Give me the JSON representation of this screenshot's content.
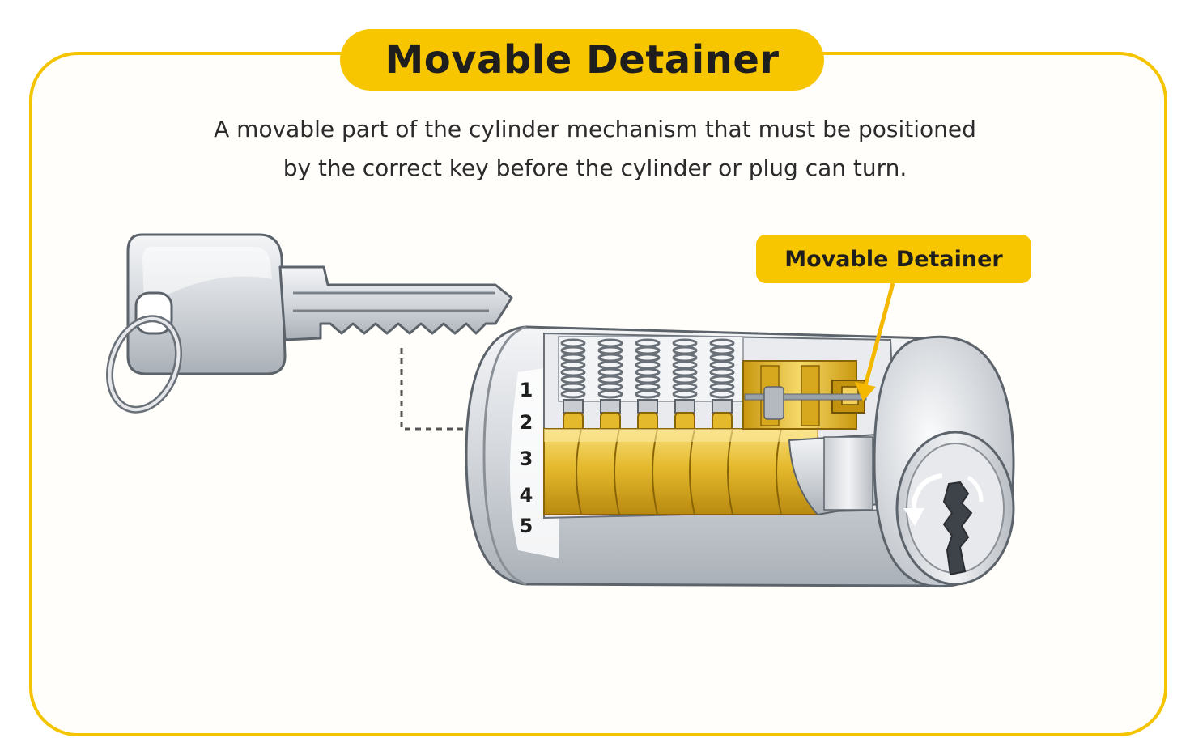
{
  "title": "Movable Detainer",
  "description": {
    "line1": "A movable part of the cylinder mechanism that must be positioned",
    "line2": "by the correct key before the cylinder or plug can turn."
  },
  "callout_label": "Movable Detainer",
  "pin_numbers": [
    "1",
    "2",
    "3",
    "4",
    "5"
  ],
  "colors": {
    "accent": "#f7c600",
    "brass": "#e2b62a",
    "steel": "#cfd3d8"
  },
  "icons": [
    "key-icon",
    "key-ring-icon",
    "rotate-arrow-icon"
  ]
}
